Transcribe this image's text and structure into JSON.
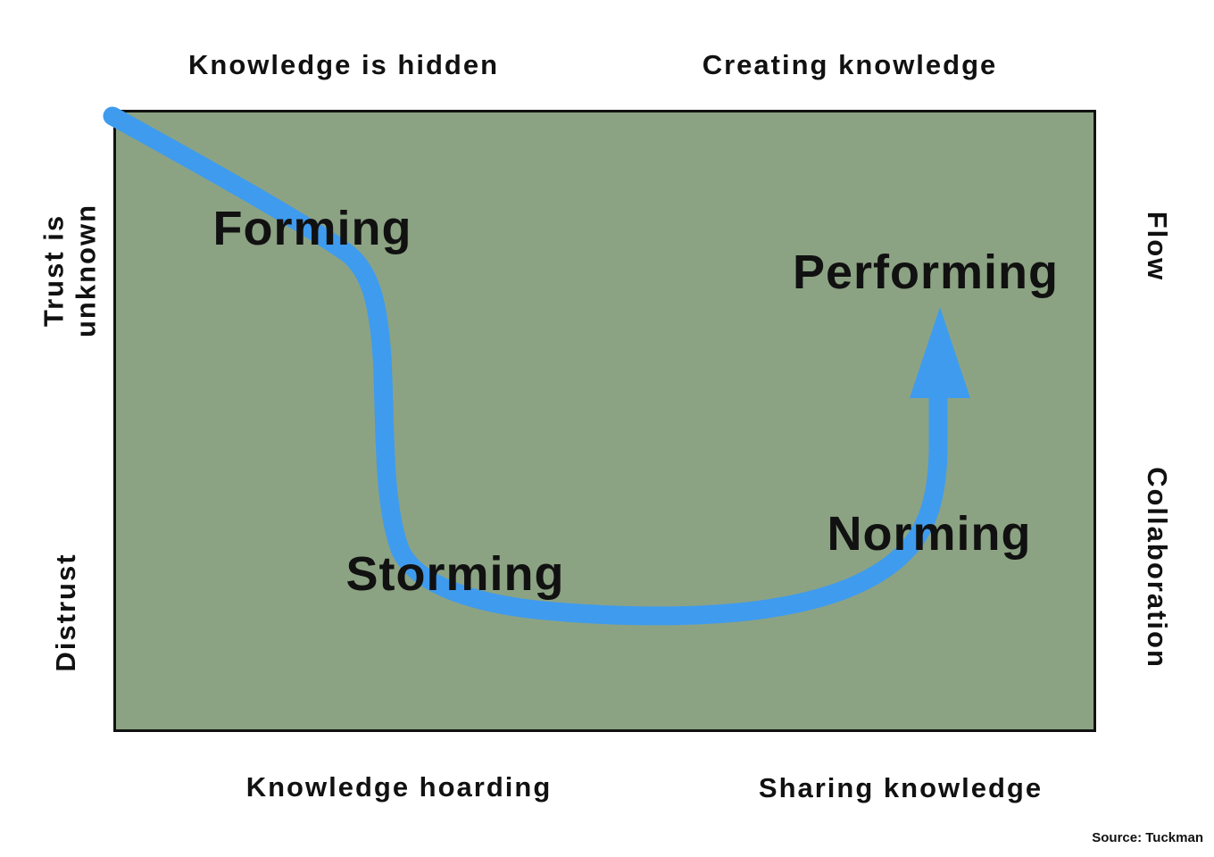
{
  "diagram": {
    "top": {
      "left": "Knowledge is hidden",
      "right": "Creating knowledge"
    },
    "bottom": {
      "left": "Knowledge hoarding",
      "right": "Sharing knowledge"
    },
    "left": {
      "top": "Trust is\nunknown",
      "bottom": "Distrust"
    },
    "right": {
      "top": "Flow",
      "bottom": "Collaboration"
    },
    "stages": {
      "forming": "Forming",
      "storming": "Storming",
      "norming": "Norming",
      "performing": "Performing"
    },
    "source": "Source: Tuckman",
    "colors": {
      "box_fill": "#8ca383",
      "curve_blue": "#3f9bee",
      "border": "#111111",
      "text": "#111111"
    }
  }
}
